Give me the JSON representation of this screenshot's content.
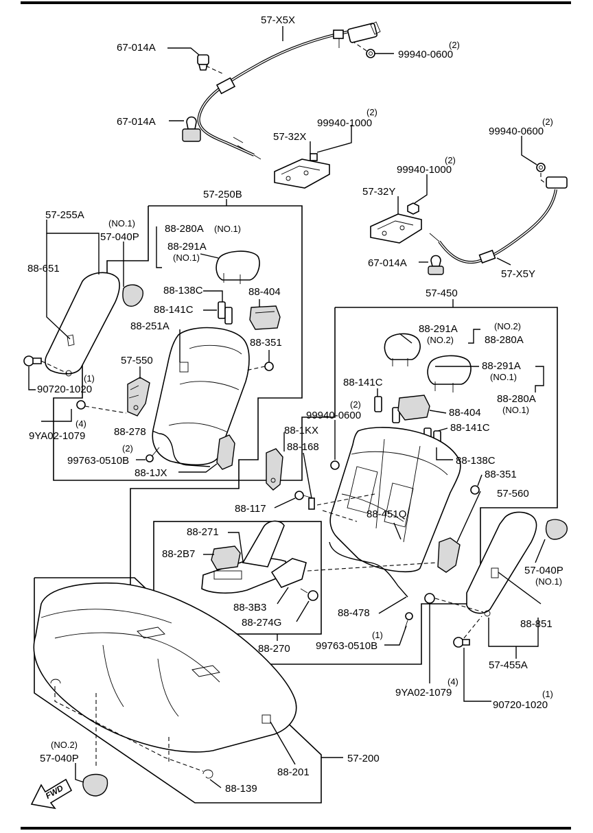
{
  "labels": {
    "l_57x5x": "57-X5X",
    "l_67014a_1": "67-014A",
    "l_2_a": "(2)",
    "l_99940_0600_a": "99940-0600",
    "l_67014a_2": "67-014A",
    "l_2_b": "(2)",
    "l_99940_1000_a": "99940-1000",
    "l_5732x": "57-32X",
    "l_2_c": "(2)",
    "l_99940_0600_b": "99940-0600",
    "l_2_d": "(2)",
    "l_99940_1000_b": "99940-1000",
    "l_5732y": "57-32Y",
    "l_67014a_3": "67-014A",
    "l_57x5y": "57-X5Y",
    "l_57250b": "57-250B",
    "l_57255a": "57-255A",
    "l_no1_a": "(NO.1)",
    "l_57040p_a": "57-040P",
    "l_88280a_a": "88-280A",
    "l_no1_b": "(NO.1)",
    "l_88291a_a": "88-291A",
    "l_no1_c": "(NO.1)",
    "l_88651": "88-651",
    "l_88138c_a": "88-138C",
    "l_88404_a": "88-404",
    "l_88141c_a": "88-141C",
    "l_88251a": "88-251A",
    "l_88351_a": "88-351",
    "l_57550": "57-550",
    "l_1_a": "(1)",
    "l_90720_1020_a": "90720-1020",
    "l_4_a": "(4)",
    "l_9ya02_1079_a": "9YA02-1079",
    "l_88278": "88-278",
    "l_2_e": "(2)",
    "l_99763_0510b_a": "99763-0510B",
    "l_881jx": "88-1JX",
    "l_57450": "57-450",
    "l_88291a_b": "88-291A",
    "l_no2_a": "(NO.2)",
    "l_no2_b": "(NO.2)",
    "l_88280a_b": "88-280A",
    "l_88291a_c": "88-291A",
    "l_no1_d": "(NO.1)",
    "l_88280a_c": "88-280A",
    "l_no1_e": "(NO.1)",
    "l_88141c_b": "88-141C",
    "l_2_f": "(2)",
    "l_99940_0600_c": "99940-0600",
    "l_88404_b": "88-404",
    "l_88141c_c": "88-141C",
    "l_881kx": "88-1KX",
    "l_88168": "88-168",
    "l_88138c_b": "88-138C",
    "l_88351_b": "88-351",
    "l_57560": "57-560",
    "l_88117": "88-117",
    "l_88451q": "88-451Q",
    "l_88271": "88-271",
    "l_882b7": "88-2B7",
    "l_883b3": "88-3B3",
    "l_88274g": "88-274G",
    "l_88270": "88-270",
    "l_88478": "88-478",
    "l_1_b": "(1)",
    "l_99763_0510b_b": "99763-0510B",
    "l_57040p_b": "57-040P",
    "l_no1_f": "(NO.1)",
    "l_88851": "88-851",
    "l_57455a": "57-455A",
    "l_4_b": "(4)",
    "l_9ya02_1079_b": "9YA02-1079",
    "l_1_c": "(1)",
    "l_90720_1020_b": "90720-1020",
    "l_57200": "57-200",
    "l_no2_c": "(NO.2)",
    "l_57040p_c": "57-040P",
    "l_88201": "88-201",
    "l_88139": "88-139",
    "l_fwd": "FWD"
  }
}
